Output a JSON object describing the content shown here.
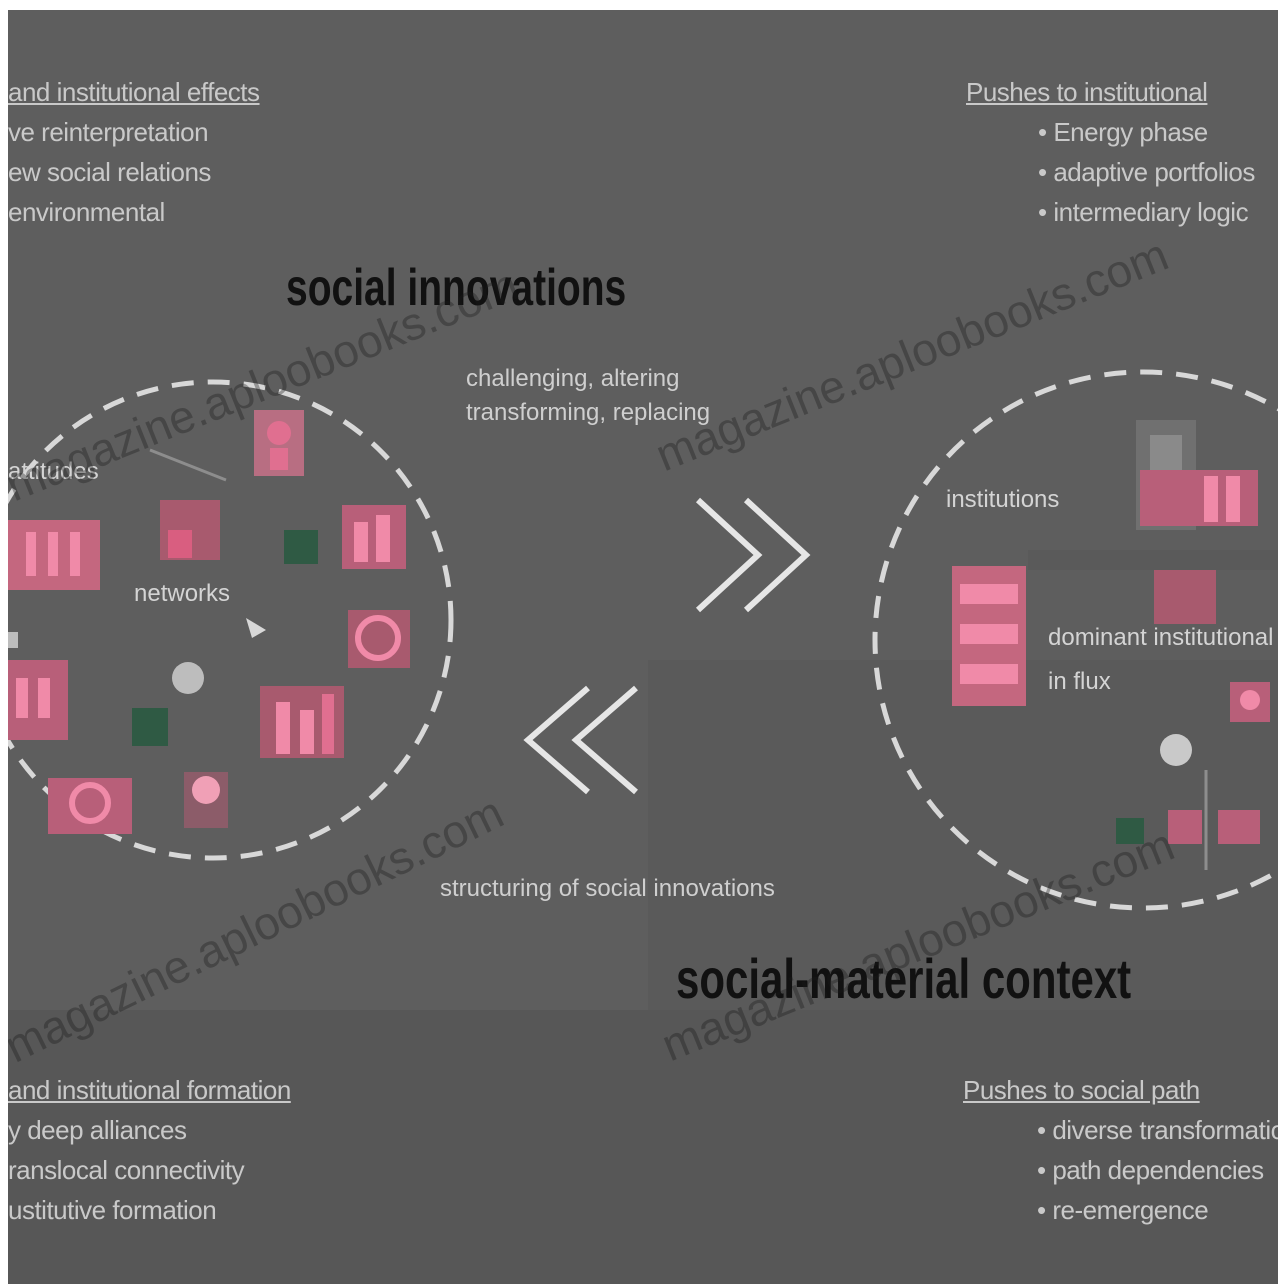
{
  "top_left": {
    "heading": "and institutional effects",
    "lines": [
      "ve reinterpretation",
      "ew social relations",
      "environmental"
    ]
  },
  "top_right": {
    "heading": "Pushes to institutional",
    "bullets": [
      "Energy phase",
      "adaptive portfolios",
      "intermediary logic"
    ]
  },
  "bottom_left": {
    "heading": "and institutional formation",
    "lines": [
      "y deep alliances",
      "ranslocal connectivity",
      "ustitutive formation"
    ]
  },
  "bottom_right": {
    "heading": "Pushes to social path",
    "bullets": [
      "diverse transformations",
      "path dependencies",
      "re-emergence"
    ]
  },
  "titles": {
    "left": "social innovations",
    "right": "social-material context"
  },
  "middle": {
    "lines": [
      "challenging, altering",
      "transforming, replacing"
    ],
    "bottom_caption": "structuring of social innovations"
  },
  "left_circle": {
    "labels": [
      "attitudes",
      "networks"
    ]
  },
  "right_circle": {
    "labels": [
      "institutions",
      "dominant institutional",
      "in flux"
    ]
  },
  "watermark": {
    "text_1": "magazine.aploobooks.com"
  },
  "colors": {
    "background": "#5e5e5e",
    "accent_pink": "#f08aa8",
    "icon_dark_pink": "#b85f79",
    "icon_green": "#2f5a44",
    "title_text": "#111111",
    "body_text": "#c9c9c9"
  }
}
